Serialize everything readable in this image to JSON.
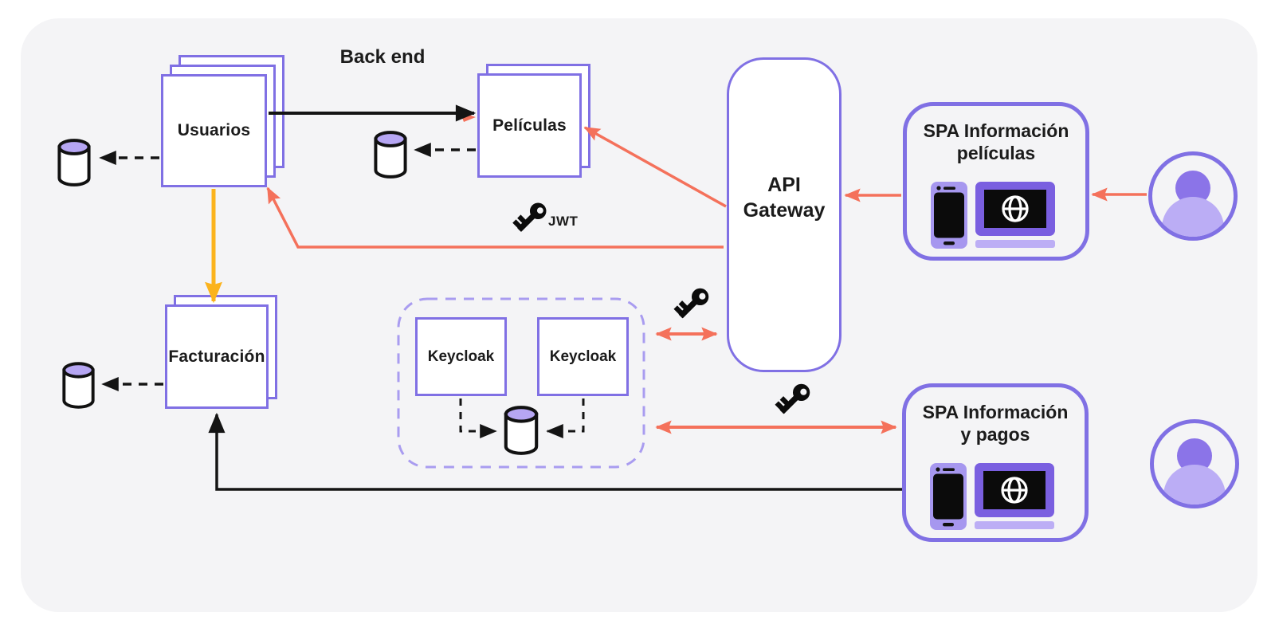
{
  "labels": {
    "backend": "Back end",
    "jwt": "JWT"
  },
  "services": {
    "usuarios": "Usuarios",
    "peliculas": "Películas",
    "facturacion": "Facturación"
  },
  "gateway": {
    "line1": "API",
    "line2": "Gateway"
  },
  "keycloak": {
    "node1": "Keycloak",
    "node2": "Keycloak"
  },
  "spa_peliculas": {
    "line1": "SPA Información",
    "line2": "películas"
  },
  "spa_pagos": {
    "line1": "SPA Información",
    "line2": "y pagos"
  },
  "icons": {
    "database": "database-cylinder",
    "key": "auth-key",
    "phone": "smartphone",
    "monitor": "web-browser-monitor",
    "user": "user-avatar"
  },
  "colors": {
    "purple": "#8070E4",
    "purple_dashed": "#A99CF0",
    "orange": "#F4715B",
    "yellow": "#FBB31D",
    "db_top": "#B6A6F3",
    "canvas": "#F4F4F6",
    "line_black": "#141414"
  }
}
